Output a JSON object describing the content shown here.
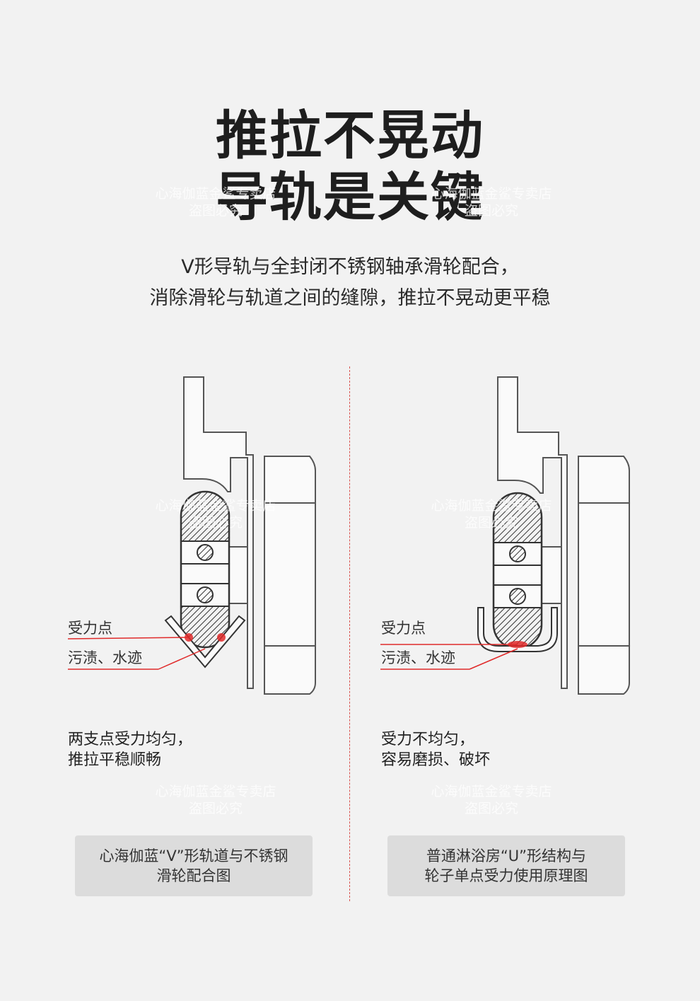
{
  "header": {
    "title_line1": "推拉不晃动",
    "title_line2": "导轨是关键",
    "subtitle_line1": "V形导轨与全封闭不锈钢轴承滑轮配合，",
    "subtitle_line2": "消除滑轮与轨道之间的缝隙，推拉不晃动更平稳"
  },
  "left": {
    "label_force": "受力点",
    "label_stain": "污渍、水迹",
    "desc_line1": "两支点受力均匀，",
    "desc_line2": "推拉平稳顺畅",
    "caption_line1": "心海伽蓝“V”形轨道与不锈钢",
    "caption_line2": "滑轮配合图"
  },
  "right": {
    "label_force": "受力点",
    "label_stain": "污渍、水迹",
    "desc_line1": "受力不均匀，",
    "desc_line2": "容易磨损、破坏",
    "caption_line1": "普通淋浴房“U”形结构与",
    "caption_line2": "轮子单点受力使用原理图"
  },
  "watermark": {
    "line1": "心海伽蓝金鲨专卖店",
    "line2": "盗图必究"
  },
  "colors": {
    "background": "#f2f2f2",
    "accent_red": "#e02a2a",
    "outline": "#555555",
    "caption_bg": "#dcdcdc"
  }
}
